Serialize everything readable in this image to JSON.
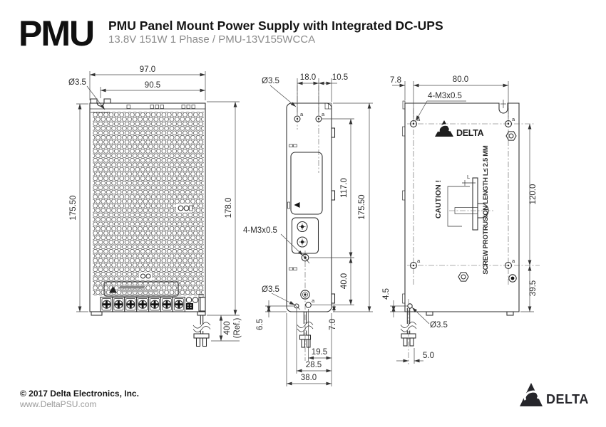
{
  "header": {
    "logo": "PMU",
    "title": "PMU Panel Mount Power Supply with Integrated DC-UPS",
    "subtitle": "13.8V 151W 1 Phase / PMU-13V155WCCA"
  },
  "shared": {
    "hole_label": "a"
  },
  "views": {
    "front": {
      "dims": {
        "width": "97.0",
        "inner_width": "90.5",
        "mount_hole": "Ø3.5",
        "height_body": "175.50",
        "height_overall": "178.0",
        "cable_length": "400",
        "cable_length_ref": "(Ref.)"
      }
    },
    "side": {
      "dims": {
        "mount_hole_top": "Ø3.5",
        "hole_pitch_x": "18.0",
        "hole_edge_offset": "10.5",
        "screw_spec": "4-M3x0.5",
        "mount_hole_bottom": "Ø3.5",
        "holes_span_y": "117.0",
        "height_body": "175.50",
        "hole_bottom_span": "40.0",
        "bottom_offset_left": "6.5",
        "bottom_offset_right": "7.0",
        "width_to_cable": "19.5",
        "width_to_hole": "28.5",
        "width_body": "38.0"
      }
    },
    "back": {
      "dims": {
        "edge_to_hole": "7.8",
        "hole_pitch_x": "80.0",
        "screw_spec": "4-M3x0.5",
        "hole_pitch_y": "120.0",
        "hole_bottom_offset": "39.5",
        "corner_hole_offset": "4.5",
        "corner_hole_dia": "Ø3.5",
        "cable_offset": "5.0"
      },
      "labels": {
        "caution": "CAUTION !",
        "protrusion": "SCREW PROTRUSION LENGTH  L≤ 2.5 MM",
        "protrusion_detail": "L",
        "brand": "DELTA"
      }
    }
  },
  "footer": {
    "copyright": "© 2017 Delta Electronics, Inc.",
    "website": "www.DeltaPSU.com",
    "brand": "DELTA"
  },
  "colors": {
    "line": "#2b2b2b",
    "dim_line": "#474747",
    "subtitle_gray": "#8c8c8c",
    "brand_dark": "#26262b"
  }
}
